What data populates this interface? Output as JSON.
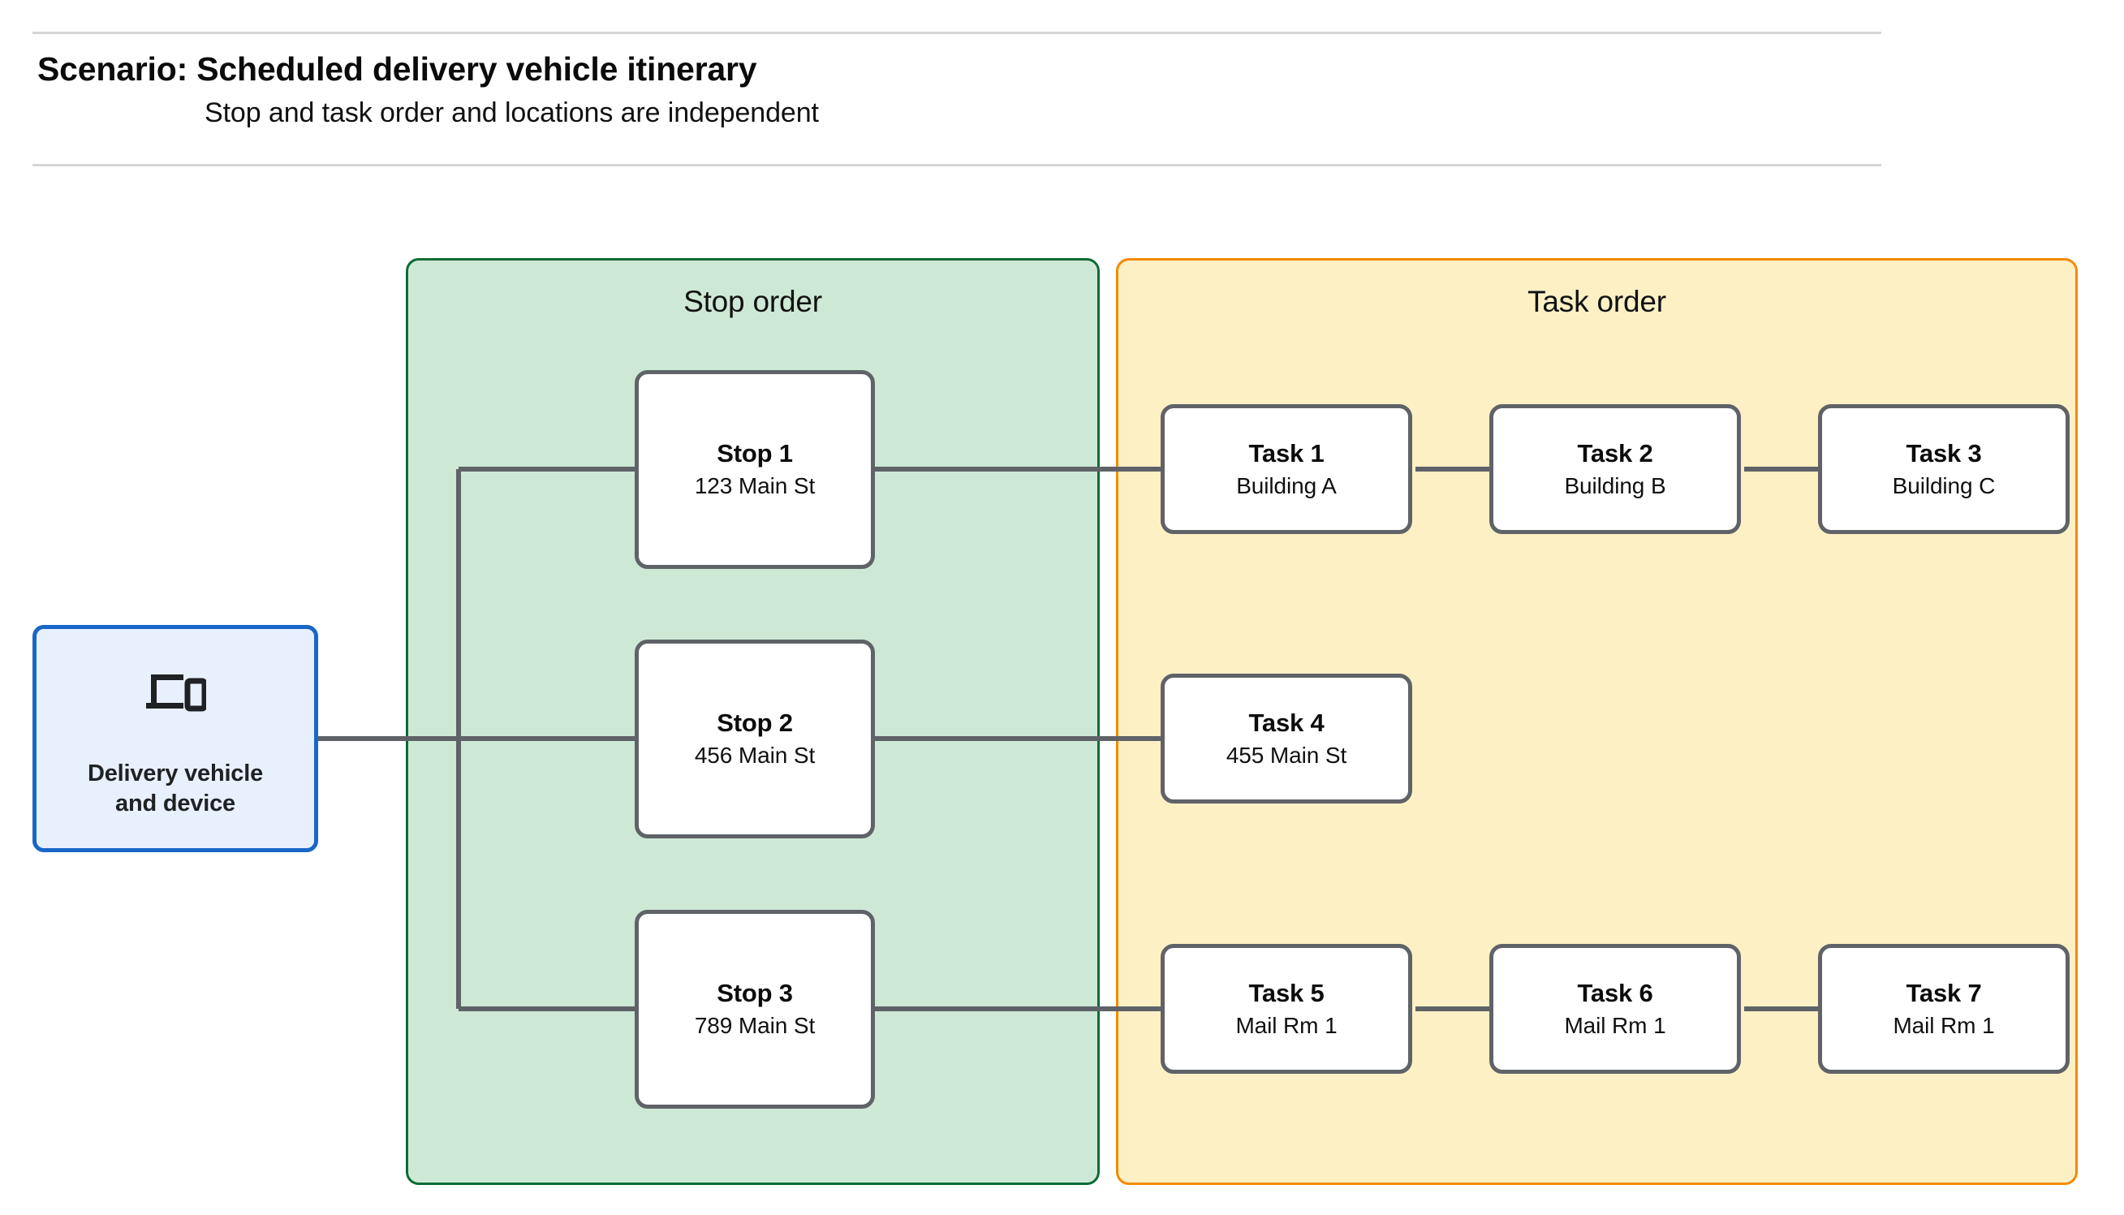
{
  "header": {
    "title": "Scenario: Scheduled delivery vehicle itinerary",
    "subtitle": "Stop and task order and locations are independent"
  },
  "vehicle": {
    "label": "Delivery vehicle\nand device",
    "label_line1": "Delivery vehicle",
    "label_line2": "and device",
    "icon": "devices-icon",
    "border_color": "#1966c8",
    "fill_color": "#e8f0fe"
  },
  "panels": {
    "stops": {
      "title": "Stop order",
      "fill_color": "#cde9d6",
      "border_color": "#0a6b36"
    },
    "tasks": {
      "title": "Task order",
      "fill_color": "#fdf0c5",
      "border_color": "#f28b00"
    }
  },
  "stops": [
    {
      "title": "Stop 1",
      "location": "123 Main St"
    },
    {
      "title": "Stop 2",
      "location": "456 Main St"
    },
    {
      "title": "Stop 3",
      "location": "789 Main St"
    }
  ],
  "task_rows": [
    [
      {
        "title": "Task 1",
        "location": "Building A"
      },
      {
        "title": "Task 2",
        "location": "Building B"
      },
      {
        "title": "Task 3",
        "location": "Building C"
      }
    ],
    [
      {
        "title": "Task 4",
        "location": "455 Main St"
      }
    ],
    [
      {
        "title": "Task 5",
        "location": "Mail Rm 1"
      },
      {
        "title": "Task 6",
        "location": "Mail Rm 1"
      },
      {
        "title": "Task 7",
        "location": "Mail Rm 1"
      }
    ]
  ],
  "connector_color": "#5f6368"
}
